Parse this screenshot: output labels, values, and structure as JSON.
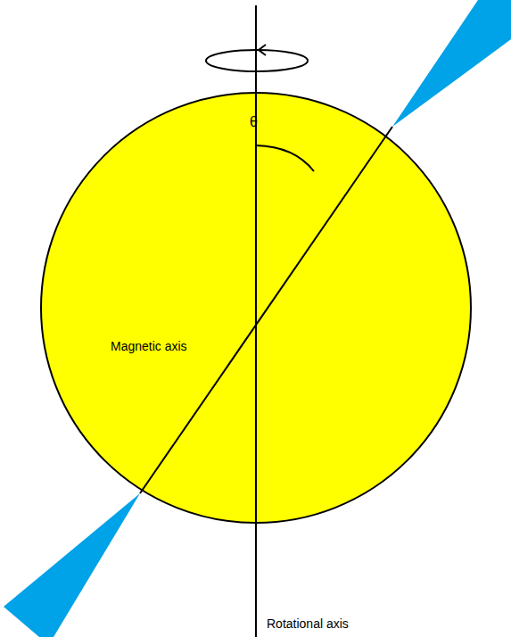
{
  "diagram": {
    "labels": [
      "θ",
      "Magnetic axis",
      "Rotational axis"
    ]
  }
}
